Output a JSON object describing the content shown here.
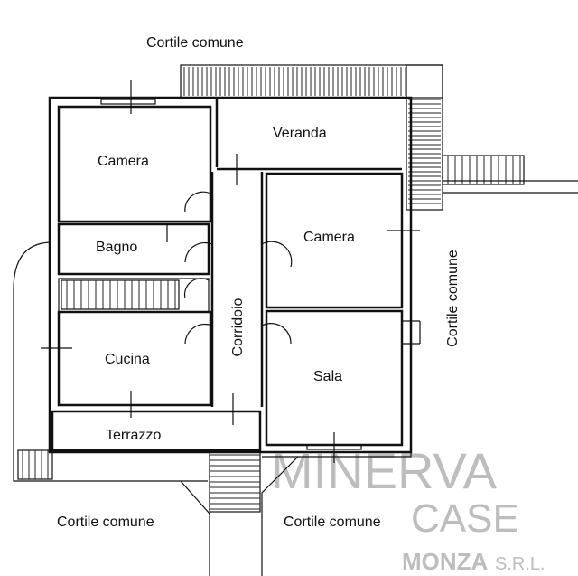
{
  "rooms": {
    "camera_1": "Camera",
    "veranda": "Veranda",
    "bagno": "Bagno",
    "corridoio": "Corridoio",
    "camera_2": "Camera",
    "cucina": "Cucina",
    "sala": "Sala",
    "terrazzo": "Terrazzo"
  },
  "outside": {
    "top": "Cortile comune",
    "right": "Cortile comune",
    "bottom_left": "Cortile comune",
    "bottom_right": "Cortile comune"
  },
  "watermark": {
    "line1": "MINERVA",
    "line2": "CASE",
    "brand": "MONZA",
    "suffix": "S.R.L."
  }
}
